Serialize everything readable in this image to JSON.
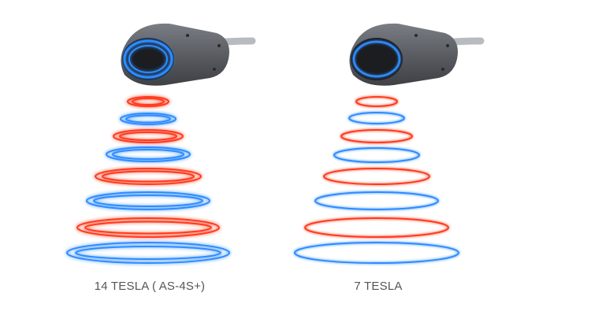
{
  "colors": {
    "red": "#ff3b1f",
    "blue": "#2f8cff",
    "device_body": "#5a5d62"
  },
  "panels": [
    {
      "caption": "14 TESLA ( AS-4S+)",
      "field_rings": 8,
      "ring_style": "double"
    },
    {
      "caption": "7 TESLA",
      "field_rings": 8,
      "ring_style": "single"
    }
  ]
}
